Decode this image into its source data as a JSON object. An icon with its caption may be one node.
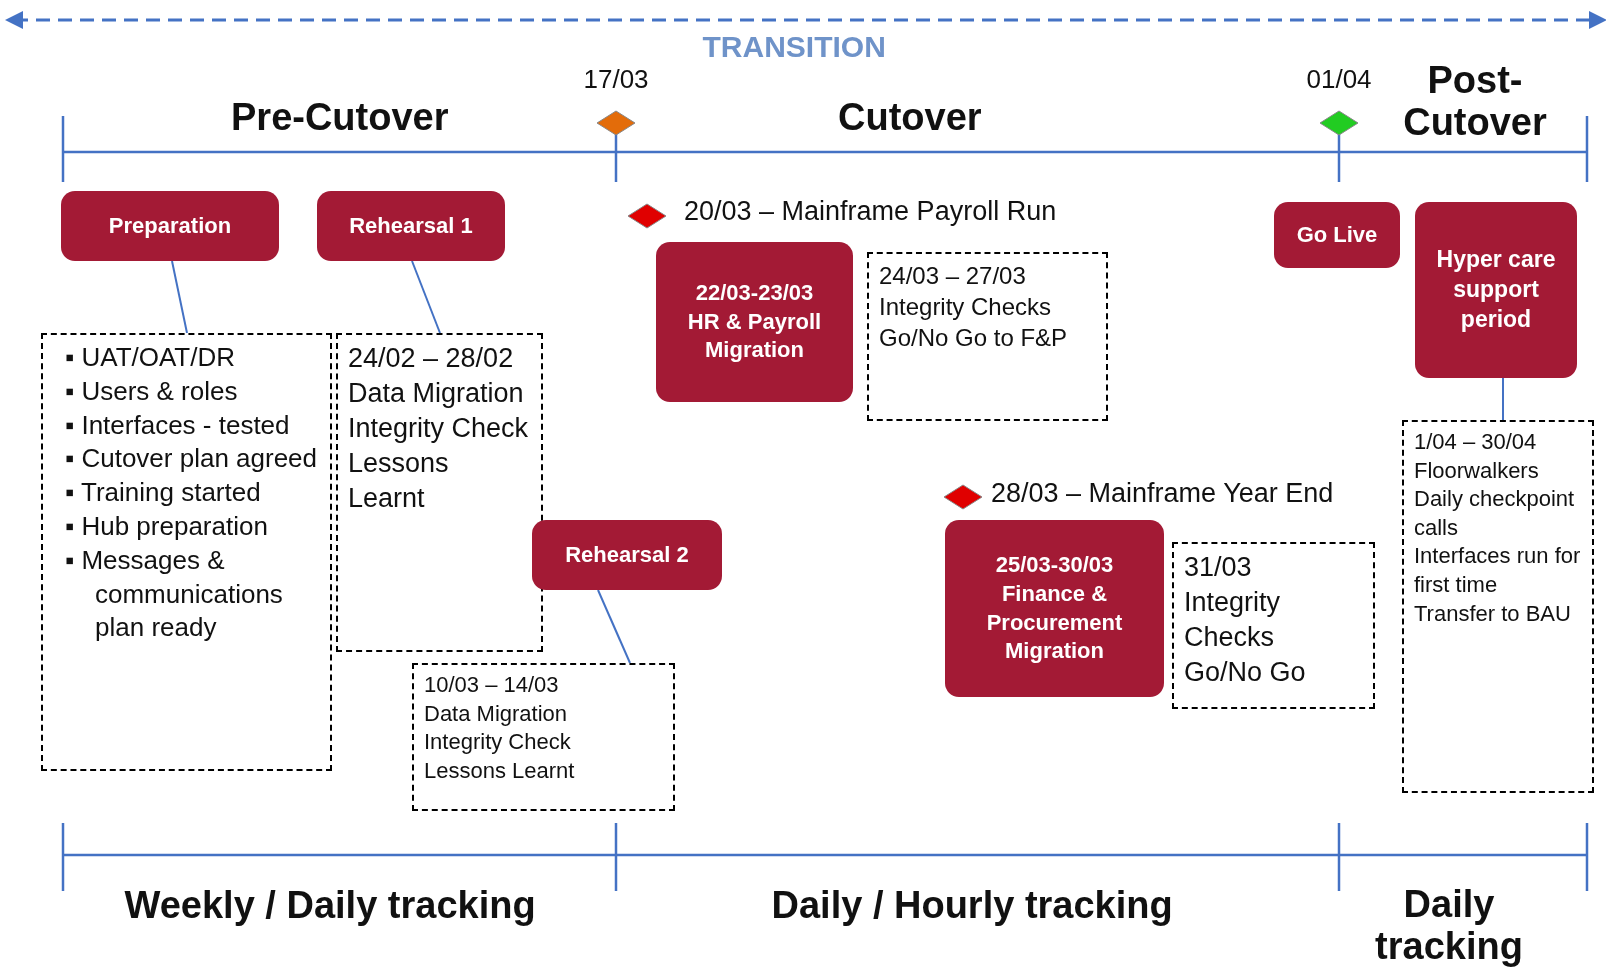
{
  "diagram": {
    "nodes": [
      {
        "text": [
          "Preparation"
        ]
      },
      {
        "text": [
          "▪ UAT/OAT/DR",
          "▪ Users & roles",
          "▪ Interfaces - tested",
          "▪ Cutover plan agreed",
          "▪ Training started",
          "▪ Hub preparation",
          "▪ Messages & communications plan ready"
        ]
      },
      {
        "text": [
          "Rehearsal 1"
        ]
      },
      {
        "text": [
          "24/02 – 28/02",
          "Data Migration",
          "Integrity Check",
          "Lessons Learnt"
        ]
      },
      {
        "text": [
          "Rehearsal 2"
        ]
      },
      {
        "text": [
          "10/03 – 14/03",
          "Data Migration",
          "Integrity Check",
          "Lessons Learnt"
        ]
      },
      {
        "text": [
          "22/03-23/03",
          "HR & Payroll Migration"
        ]
      },
      {
        "text": [
          "24/03 – 27/03",
          "Integrity Checks",
          "Go/No Go to F&P"
        ]
      },
      {
        "text": [
          "25/03-30/03",
          "Finance & Procurement Migration"
        ]
      },
      {
        "text": [
          "31/03",
          "Integrity Checks",
          "Go/No Go"
        ]
      },
      {
        "text": [
          "Go Live"
        ]
      },
      {
        "text": [
          "Hyper care support period"
        ]
      },
      {
        "text": [
          "1/04 – 30/04",
          "Floorwalkers",
          "Daily checkpoint calls",
          "Interfaces run for first time",
          "Transfer to BAU"
        ]
      }
    ],
    "edges": [
      {
        "from": 0,
        "to": 1,
        "arrow": "none"
      },
      {
        "from": 2,
        "to": 3,
        "arrow": "none"
      },
      {
        "from": 4,
        "to": 5,
        "arrow": "none"
      },
      {
        "from": 11,
        "to": 12,
        "arrow": "none"
      }
    ],
    "labels": [
      "TRANSITION",
      "17/03",
      "01/04",
      "Pre-Cutover",
      "Cutover",
      "Post-Cutover",
      "20/03 – Mainframe Payroll Run",
      "28/03 – Mainframe Year End",
      "Weekly / Daily tracking",
      "Daily / Hourly tracking",
      "Daily tracking"
    ]
  }
}
